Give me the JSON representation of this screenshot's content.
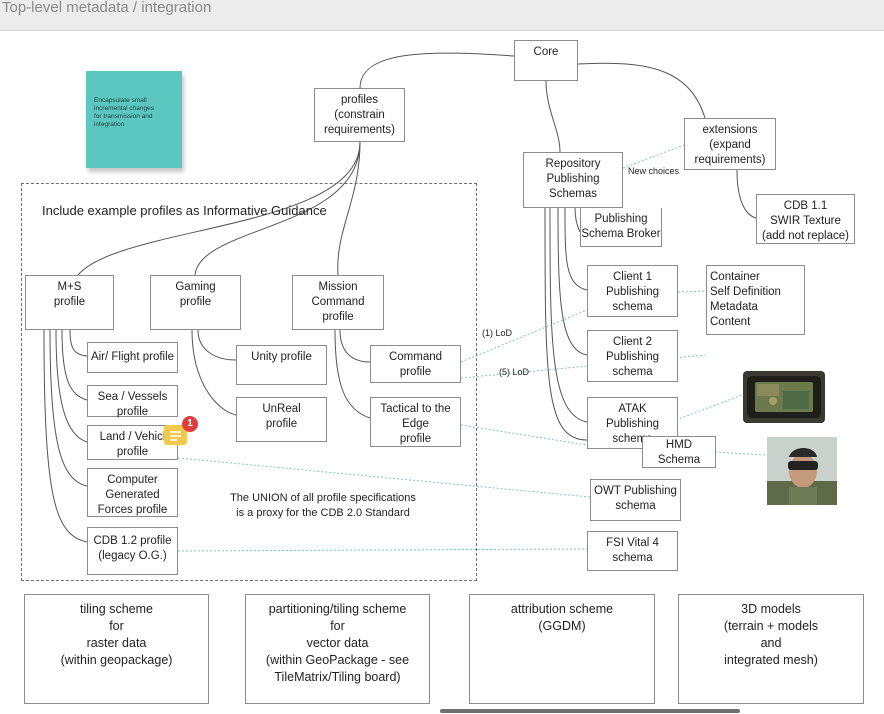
{
  "page_title": "Top-level metadata / integration",
  "sticky_note": "Encapsulate small\nincremental changes\nfor transmission and\nintegration",
  "comment_badge": {
    "count": "1"
  },
  "frame_title": "Include example profiles as Informative Guidance",
  "union_note": "The UNION of all profile specifications\nis a proxy for the  CDB 2.0 Standard",
  "edge_labels": {
    "lod1": "(1) LoD",
    "lod5": "(5) LoD",
    "new_choices": "New choices"
  },
  "boxes": {
    "core": "Core",
    "profiles": "profiles\n(constrain\nrequirements)",
    "extensions": "extensions\n(expand\nrequirements)",
    "repo": "Repository\nPublishing\nSchemas",
    "broker": "Publishing\nSchema Broker",
    "cdb11": "CDB 1.1\nSWIR Texture\n(add not replace)",
    "ms": "M+S\nprofile",
    "gaming": "Gaming\nprofile",
    "mission": "Mission\nCommand\nprofile",
    "air": "Air/ Flight profile",
    "sea": "Sea / Vessels\nprofile",
    "land": "Land / Vehicl\nprofile",
    "cgf": "Computer\nGenerated\nForces profile",
    "cdb12": "CDB 1.2 profile\n(legacy O.G.)",
    "unity": "Unity profile",
    "unreal": "UnReal\nprofile",
    "command": "Command\nprofile",
    "tactical": "Tactical to the\nEdge\nprofile",
    "client1": "Client 1\nPublishing\nschema",
    "client2": "Client 2\nPublishing\nschema",
    "container": "Container\n     Self Definition\n     Metadata\n     Content",
    "atak": "ATAK\nPublishing\nschema",
    "hmd": "HMD\nSchema",
    "owt": "OWT Publishing\nschema",
    "fsi": "FSI Vital 4\nschema",
    "tiling": "tiling scheme\nfor\nraster data\n(within geopackage)",
    "partitioning": "partitioning/tiling scheme\nfor\nvector data\n(within GeoPackage - see\nTileMatrix/Tiling board)",
    "attribution": "attribution scheme\n(GGDM)",
    "models": "3D models\n(terrain + models\nand\nintegrated mesh)"
  },
  "colors": {
    "sticky": "#5cc6c0",
    "dotted_link": "#7fc7bd",
    "badge": "#e23d3d",
    "comment": "#f2c94c"
  }
}
